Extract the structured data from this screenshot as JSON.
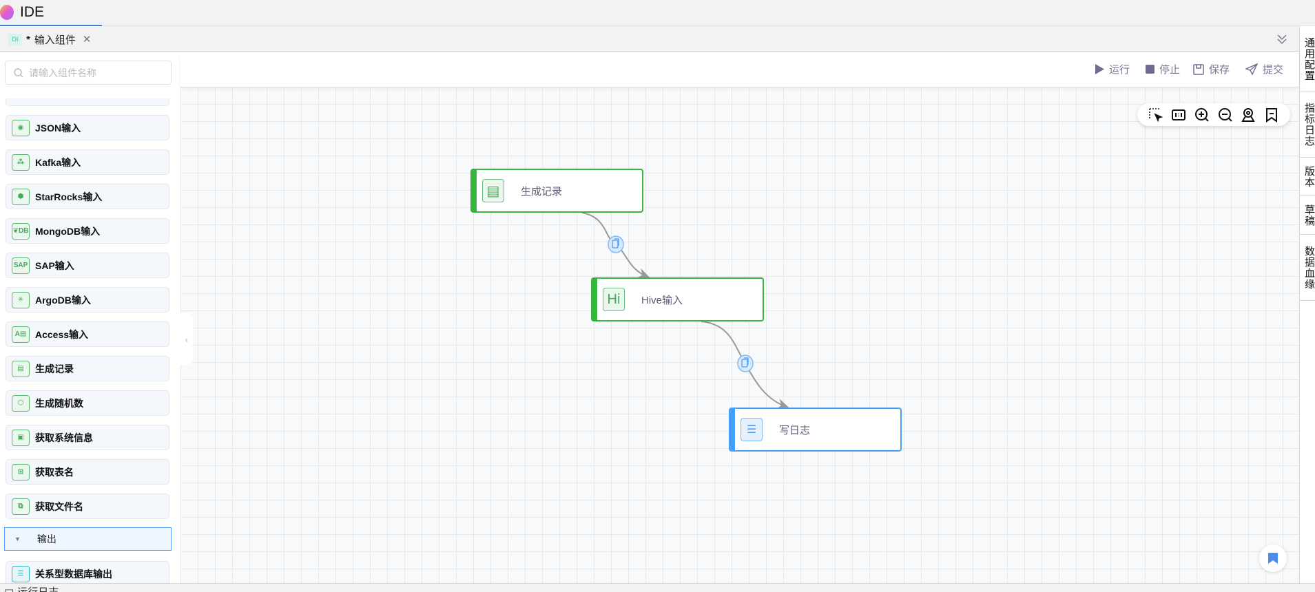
{
  "app": {
    "title": "IDE"
  },
  "tabs": [
    {
      "badge": "DI",
      "modified": "*",
      "label": "输入组件"
    }
  ],
  "sidebar": {
    "search_placeholder": "请输入组件名称",
    "items": [
      {
        "label": "JSON输入",
        "icon": "json-icon"
      },
      {
        "label": "Kafka输入",
        "icon": "kafka-icon"
      },
      {
        "label": "StarRocks输入",
        "icon": "starrocks-icon"
      },
      {
        "label": "MongoDB输入",
        "icon": "mongodb-icon"
      },
      {
        "label": "SAP输入",
        "icon": "sap-icon"
      },
      {
        "label": "ArgoDB输入",
        "icon": "argodb-icon"
      },
      {
        "label": "Access输入",
        "icon": "access-icon"
      },
      {
        "label": "生成记录",
        "icon": "records-icon"
      },
      {
        "label": "生成随机数",
        "icon": "dice-icon"
      },
      {
        "label": "获取系统信息",
        "icon": "system-info-icon"
      },
      {
        "label": "获取表名",
        "icon": "table-icon"
      },
      {
        "label": "获取文件名",
        "icon": "file-icon"
      }
    ],
    "section": {
      "label": "输出"
    },
    "output_items": [
      {
        "label": "关系型数据库输出",
        "icon": "database-icon"
      }
    ]
  },
  "toolbar": {
    "run": "运行",
    "stop": "停止",
    "save": "保存",
    "submit": "提交"
  },
  "canvas": {
    "nodes": [
      {
        "label": "生成记录",
        "icon": "records-icon",
        "status_color": "#35b53e"
      },
      {
        "label": "Hive输入",
        "icon_text": "Hi",
        "status_color": "#35b53e"
      },
      {
        "label": "写日志",
        "icon": "log-icon",
        "status_color": "#46a0fa"
      }
    ],
    "edges": [
      {
        "from": "生成记录",
        "to": "Hive输入"
      },
      {
        "from": "Hive输入",
        "to": "写日志"
      }
    ]
  },
  "right_panel": [
    "通用配置",
    "指标日志",
    "版本",
    "草稿",
    "数据血缘"
  ],
  "bottom": {
    "log_tab": "运行日志"
  }
}
